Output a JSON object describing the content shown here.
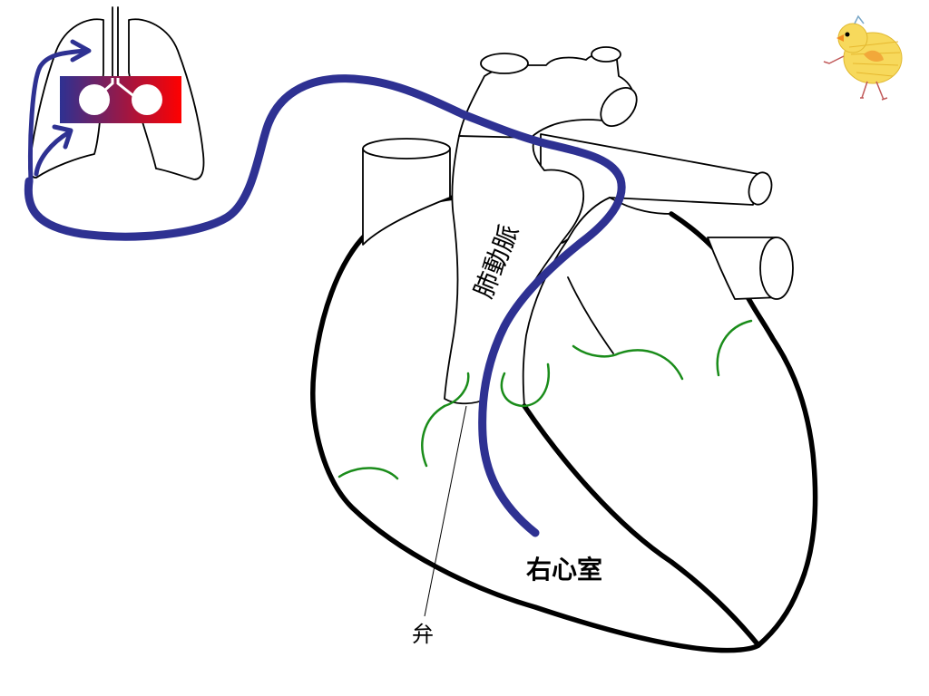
{
  "labels": {
    "artery": "肺動脈",
    "ventricle": "右心室",
    "valve": "弁"
  },
  "colors": {
    "blood_path": "#2e3192",
    "valve_line": "#1a8c1a",
    "lung_box_left": "#2e3192",
    "lung_box_right": "#ff0000",
    "duck_body": "#f7d95c",
    "duck_beak": "#f28a1e"
  },
  "icons": {
    "lungs": "lungs-icon",
    "duck": "duck-mascot-icon"
  }
}
